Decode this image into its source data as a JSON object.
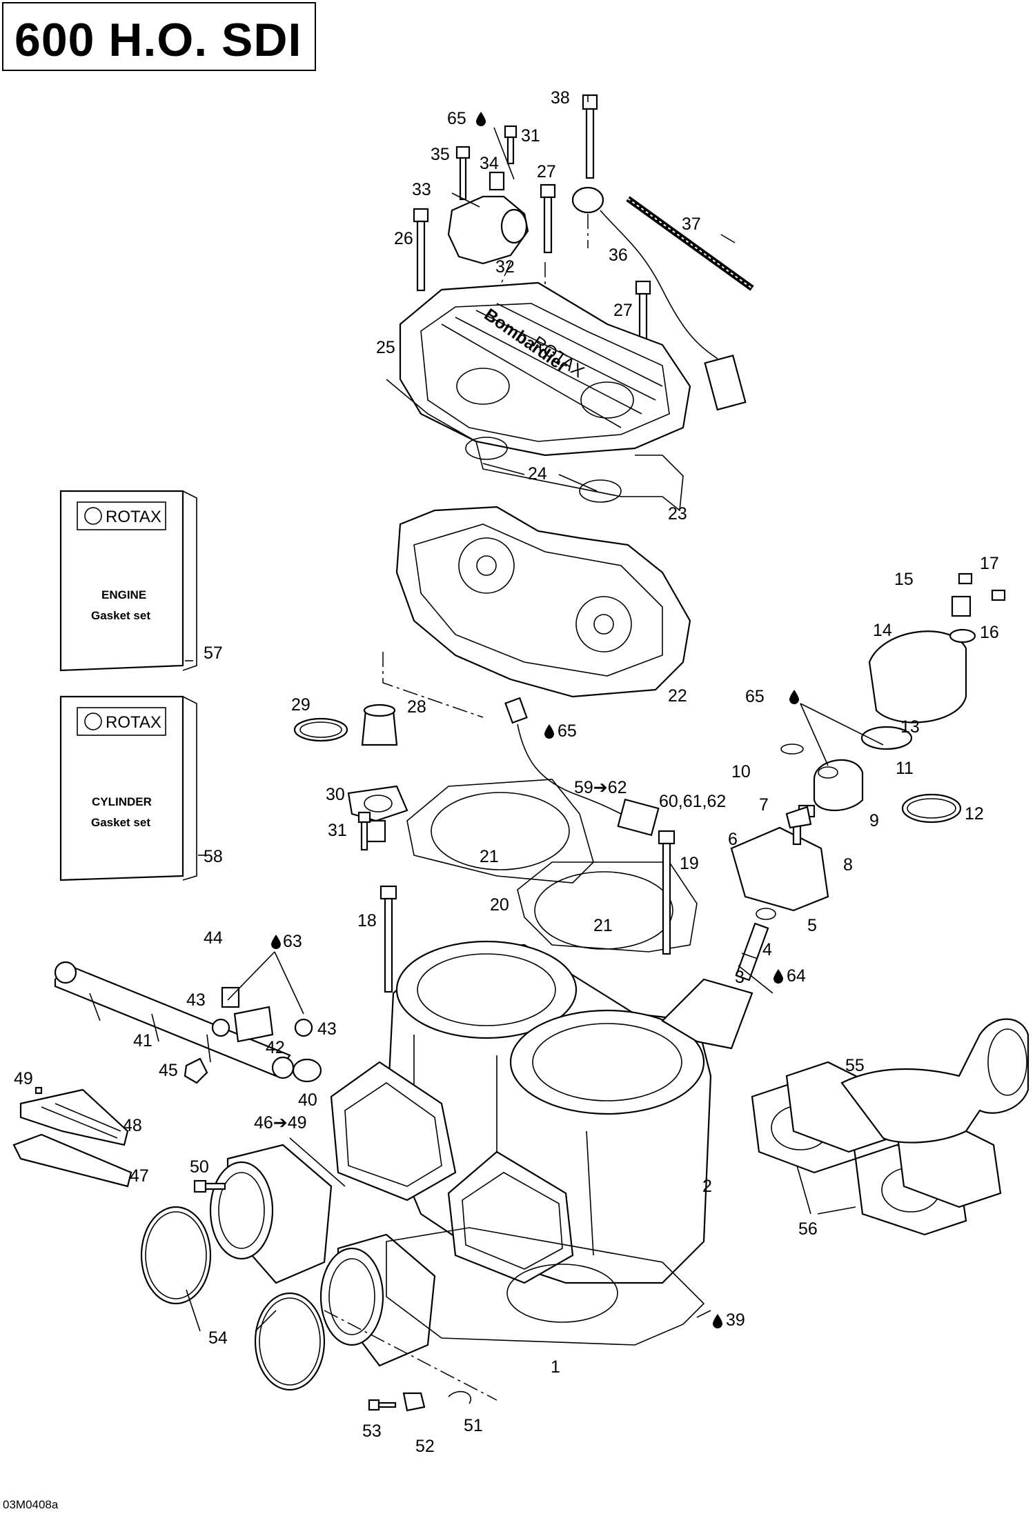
{
  "title": "600 H.O. SDI",
  "footer_code": "03M0408a",
  "packets": [
    {
      "brand": "ROTAX",
      "line1": "ENGINE",
      "line2": "Gasket set",
      "ref": "57"
    },
    {
      "brand": "ROTAX",
      "line1": "CYLINDER",
      "line2": "Gasket set",
      "ref": "58"
    }
  ],
  "part_labels": [
    "38",
    "65",
    "31",
    "35",
    "34",
    "27",
    "33",
    "26",
    "32",
    "37",
    "36",
    "27",
    "25",
    "24",
    "23",
    "22",
    "28",
    "29",
    "65",
    "59➔62",
    "60,61,62",
    "30",
    "31",
    "21",
    "19",
    "20",
    "21",
    "18",
    "65",
    "10",
    "7",
    "9",
    "11",
    "12",
    "13",
    "14",
    "15",
    "16",
    "17",
    "6",
    "8",
    "5",
    "4",
    "3",
    "64",
    "63",
    "44",
    "43",
    "43",
    "41",
    "42",
    "45",
    "40",
    "49",
    "48",
    "47",
    "46➔49",
    "50",
    "55",
    "56",
    "2",
    "54",
    "1",
    "39",
    "53",
    "52",
    "51"
  ],
  "drop_icon": "oil-drop-icon",
  "arrow_icon": "arrow-right-icon"
}
